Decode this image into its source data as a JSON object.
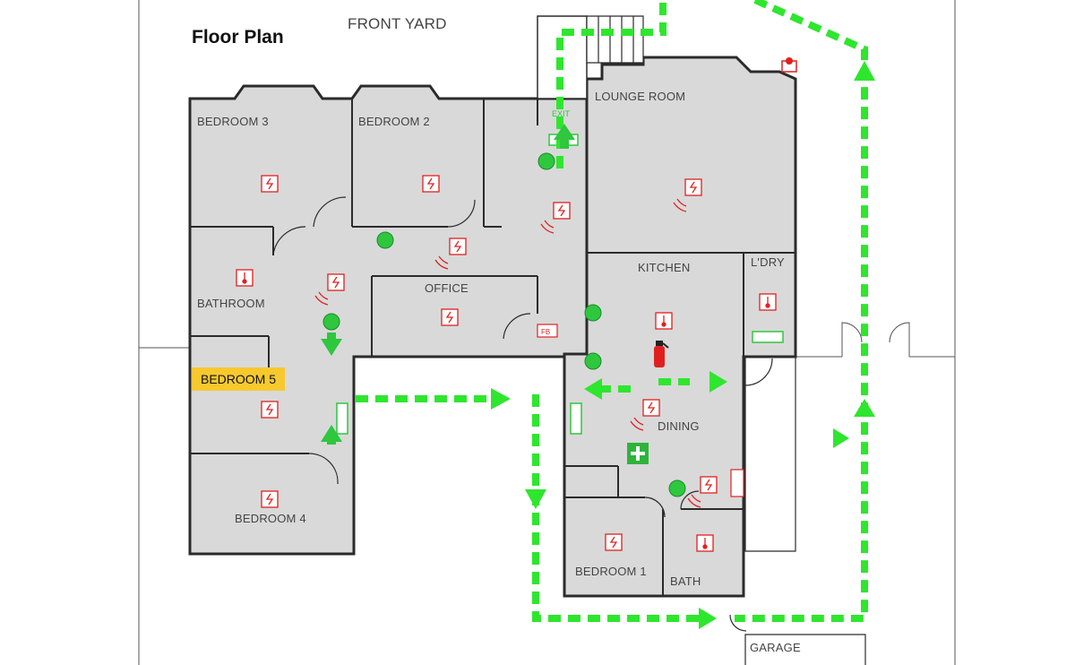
{
  "title": "Floor Plan",
  "highlight_label": "BEDROOM 5",
  "labels": {
    "front_yard": "FRONT YARD",
    "bedroom3": "BEDROOM 3",
    "bedroom2": "BEDROOM 2",
    "lounge": "LOUNGE ROOM",
    "bathroom": "BATHROOM",
    "office": "OFFICE",
    "kitchen": "KITCHEN",
    "laundry": "L'DRY",
    "dining": "DINING",
    "bedroom4": "BEDROOM 4",
    "bedroom1": "BEDROOM 1",
    "bath": "BATH",
    "garage": "GARAGE",
    "exit_sign": "EXIT",
    "fire_blanket": "FB"
  },
  "colors": {
    "room_fill": "#d9d9d9",
    "wall": "#2b2b2b",
    "evac_route": "#2ee62e",
    "safety_red": "#e02020",
    "highlight": "#f7c92e"
  }
}
